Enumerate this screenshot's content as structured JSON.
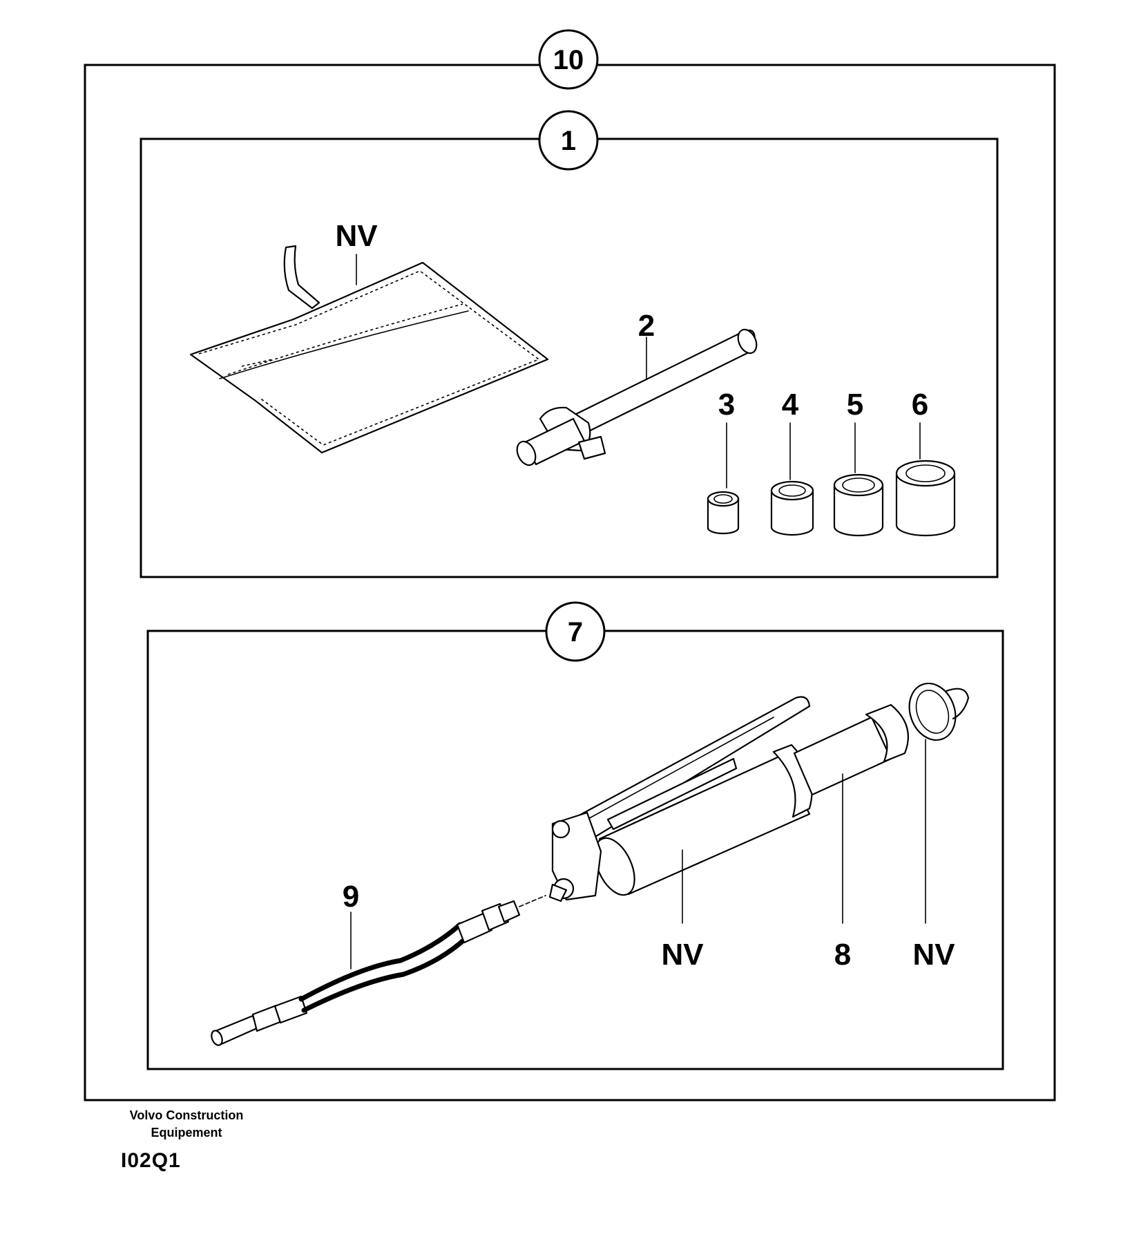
{
  "callouts": {
    "assembly": "10",
    "toolkit": "1",
    "grease_set": "7"
  },
  "labels": {
    "bag": "NV",
    "wrench": "2",
    "socket_small": "3",
    "socket_medium": "4",
    "socket_large": "5",
    "socket_xlarge": "6",
    "hose": "9",
    "gun_body": "NV",
    "cartridge": "8",
    "cap": "NV"
  },
  "footer": {
    "manufacturer_line1": "Volvo Construction",
    "manufacturer_line2": "Equipement",
    "figure_code": "I02Q1"
  }
}
